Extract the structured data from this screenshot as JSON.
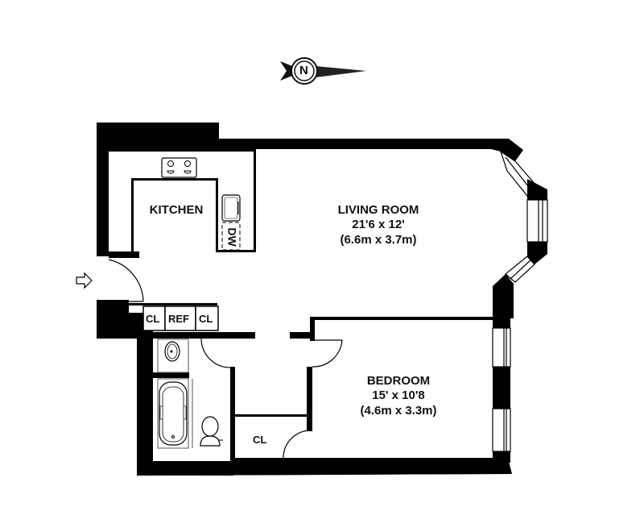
{
  "compass": {
    "letter": "N",
    "icon": "north-arrow-icon"
  },
  "entry": {
    "icon": "entry-arrow-icon"
  },
  "rooms": {
    "kitchen": {
      "name": "KITCHEN"
    },
    "living_room": {
      "name": "LIVING ROOM",
      "dims_imperial": "21'6 x 12'",
      "dims_metric": "(6.6m x 3.7m)"
    },
    "bedroom": {
      "name": "BEDROOM",
      "dims_imperial": "15' x 10'8",
      "dims_metric": "(4.6m x 3.3m)"
    }
  },
  "fixtures": {
    "closet_1": "CL",
    "refrigerator": "REF",
    "closet_2": "CL",
    "closet_hall": "CL",
    "dishwasher": "DW"
  },
  "colors": {
    "wall": "#000000",
    "background": "#ffffff",
    "text": "#111111"
  }
}
